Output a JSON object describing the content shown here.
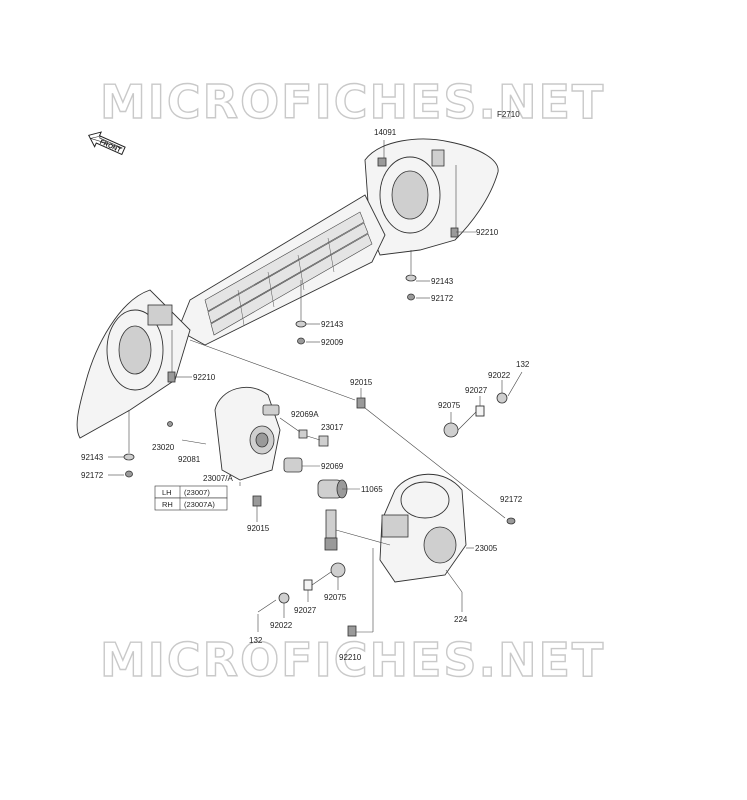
{
  "watermark": {
    "text": "MICROFICHES.NET"
  },
  "figure_code": "F2710",
  "front_arrow": {
    "text": "FRONT"
  },
  "labels": {
    "p14091": "14091",
    "p92210_a": "92210",
    "p92143_a": "92143",
    "p92172_a": "92172",
    "p92143_b": "92143",
    "p92009": "92009",
    "p92210_b": "92210",
    "p92015_a": "92015",
    "p92069a": "92069A",
    "p23017": "23017",
    "p23020": "23020",
    "p92081": "92081",
    "p92069": "92069",
    "p23007a": "23007/A",
    "p11065": "11065",
    "p92015_b": "92015",
    "p92143_c": "92143",
    "p92172_c": "92172",
    "p132_a": "132",
    "p92022_a": "92022",
    "p92027_a": "92027",
    "p92075_a": "92075",
    "p92172_d": "92172",
    "p23005": "23005",
    "p224": "224",
    "p92075_b": "92075",
    "p92027_b": "92027",
    "p92022_b": "92022",
    "p132_b": "132",
    "p92210_c": "92210"
  },
  "variant_table": {
    "rows": [
      {
        "side": "LH",
        "part": "(23007)"
      },
      {
        "side": "RH",
        "part": "(23007A)"
      }
    ]
  }
}
